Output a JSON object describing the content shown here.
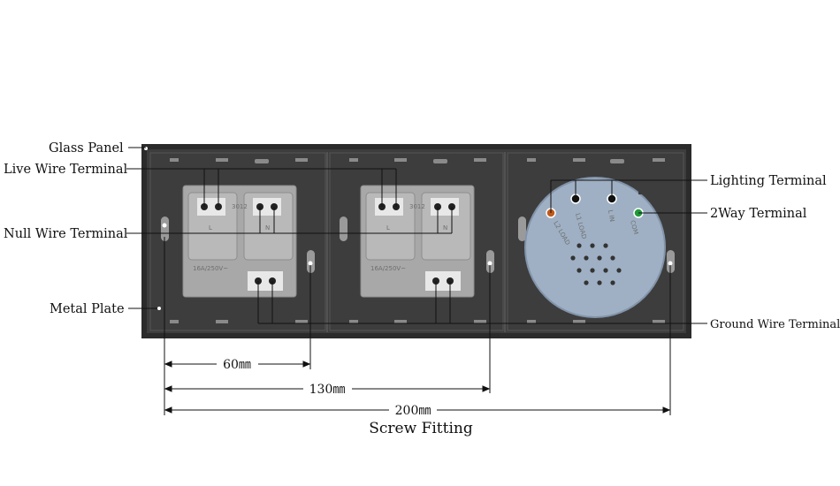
{
  "callouts": {
    "glass_panel": "Glass Panel",
    "live_wire_terminal": "Live Wire Terminal",
    "null_wire_terminal": "Null Wire Terminal",
    "metal_plate": "Metal Plate",
    "lighting_terminal": "Lighting Terminal",
    "two_way_terminal": "2Way Terminal",
    "ground_wire_terminal": "Ground Wire Terminal"
  },
  "socket": {
    "label_l": "L",
    "label_n": "N",
    "model": "3012",
    "rating": "16A/250V~"
  },
  "switch": {
    "l1_load": "L1 LOAD",
    "l2_load": "L2 LOAD",
    "l_in": "L IN",
    "com": "COM"
  },
  "dimensions": {
    "d60": "60㎜",
    "d130": "130㎜",
    "d200": "200㎜",
    "caption": "Screw Fitting"
  },
  "colors": {
    "panel_frame": "#2b2b2b",
    "panel_fill": "#3c3c3c",
    "module_gray": "#a9a9a9",
    "switch_blue": "#9fb0c4",
    "two_way_dot": "#1f9a3a",
    "lighting_dot": "#c05a1a"
  }
}
